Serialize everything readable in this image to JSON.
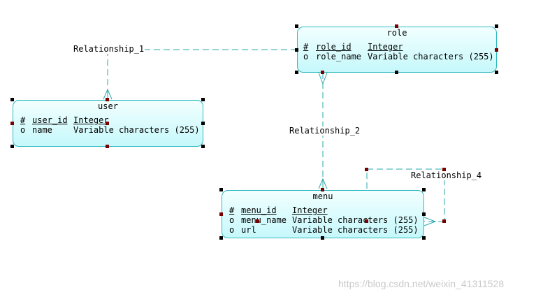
{
  "diagram": {
    "relationships": [
      {
        "label": "Relationship_1"
      },
      {
        "label": "Relationship_2"
      },
      {
        "label": "Relationship_4"
      }
    ],
    "entities": {
      "role": {
        "title": "role",
        "attributes": [
          {
            "marker": "#",
            "name": "role_id",
            "type": "Integer"
          },
          {
            "marker": "o",
            "name": "role_name",
            "type": "Variable characters (255)"
          }
        ]
      },
      "user": {
        "title": "user",
        "attributes": [
          {
            "marker": "#",
            "name": "user_id",
            "type": "Integer"
          },
          {
            "marker": "o",
            "name": "name",
            "type": "Variable characters (255)"
          }
        ]
      },
      "menu": {
        "title": "menu",
        "attributes": [
          {
            "marker": "#",
            "name": "menu_id",
            "type": "Integer"
          },
          {
            "marker": "o",
            "name": "menu_name",
            "type": "Variable characters (255)"
          },
          {
            "marker": "o",
            "name": "url",
            "type": "Variable characters (255)"
          }
        ]
      }
    },
    "watermark": "https://blog.csdn.net/weixin_41311528",
    "colors": {
      "line": "#2aa8ad",
      "entity_border": "#2fb9bf",
      "entity_fill_top": "#f2ffff",
      "entity_fill_bottom": "#c6f8fb"
    }
  }
}
